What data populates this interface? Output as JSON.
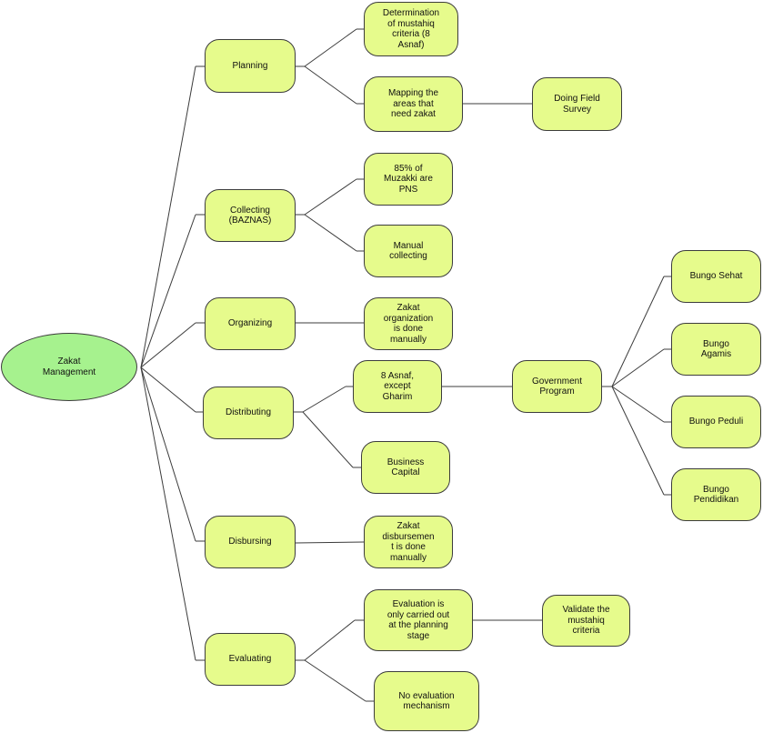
{
  "colors": {
    "node_fill": "#e6fb8c",
    "root_fill": "#a6f28e",
    "stroke": "#3c3c3c"
  },
  "nodes": {
    "root": "Zakat\nManagement",
    "planning": "Planning",
    "collecting": "Collecting\n(BAZNAS)",
    "organizing": "Organizing",
    "distributing": "Distributing",
    "disbursing": "Disbursing",
    "evaluating": "Evaluating",
    "determination": "Determination\nof mustahiq\ncriteria (8\nAsnaf)",
    "mapping": "Mapping the\nareas that\nneed zakat",
    "field_survey": "Doing Field\nSurvey",
    "pns": "85% of\nMuzakki are\nPNS",
    "manual_collecting": "Manual\ncollecting",
    "zakat_org": "Zakat\norganization\nis done\nmanually",
    "asnaf_except": "8 Asnaf,\nexcept\nGharim",
    "business_capital": "Business\nCapital",
    "government_program": "Government\nProgram",
    "bungo_sehat": "Bungo Sehat",
    "bungo_agamis": "Bungo\nAgamis",
    "bungo_peduli": "Bungo Peduli",
    "bungo_pendidikan": "Bungo\nPendidikan",
    "zakat_disbursement": "Zakat\ndisbursemen\nt is done\nmanually",
    "evaluation_planning": "Evaluation is\nonly carried out\nat the planning\nstage",
    "validate": "Validate the\nmustahiq\ncriteria",
    "no_evaluation": "No evaluation\nmechanism"
  }
}
